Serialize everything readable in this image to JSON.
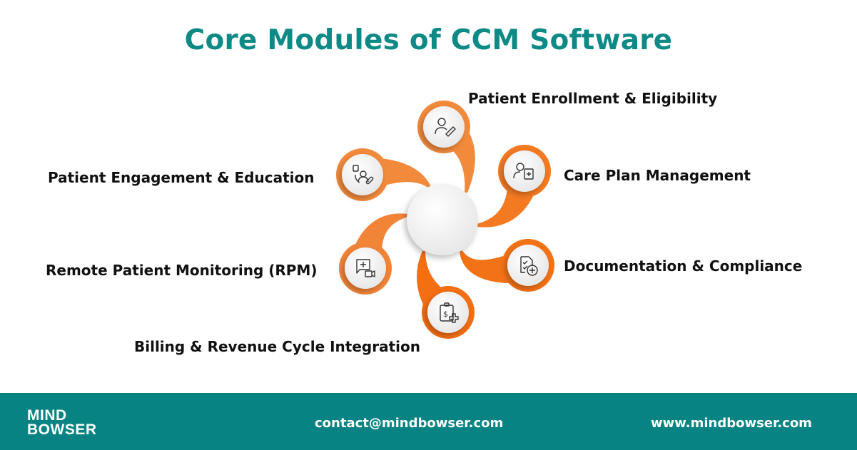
{
  "title": "Core Modules of CCM Software",
  "modules": [
    {
      "label": "Patient Enrollment & Eligibility",
      "icon": "user-edit-icon"
    },
    {
      "label": "Care Plan Management",
      "icon": "user-clipboard-medical-icon"
    },
    {
      "label": "Documentation & Compliance",
      "icon": "document-check-plus-icon"
    },
    {
      "label": "Billing & Revenue Cycle Integration",
      "icon": "clipboard-dollar-plus-icon"
    },
    {
      "label": "Remote Patient Monitoring (RPM)",
      "icon": "chat-medical-video-icon"
    },
    {
      "label": "Patient Engagement & Education",
      "icon": "patient-education-pill-icon"
    }
  ],
  "colors": {
    "teal": "#088383",
    "title": "#0E8A86",
    "orange_light": "#F28A3C",
    "orange_dark": "#F46E12"
  },
  "footer": {
    "logo_line1": "MIND",
    "logo_line2": "BOWSER",
    "email": "contact@mindbowser.com",
    "website": "www.mindbowser.com"
  }
}
